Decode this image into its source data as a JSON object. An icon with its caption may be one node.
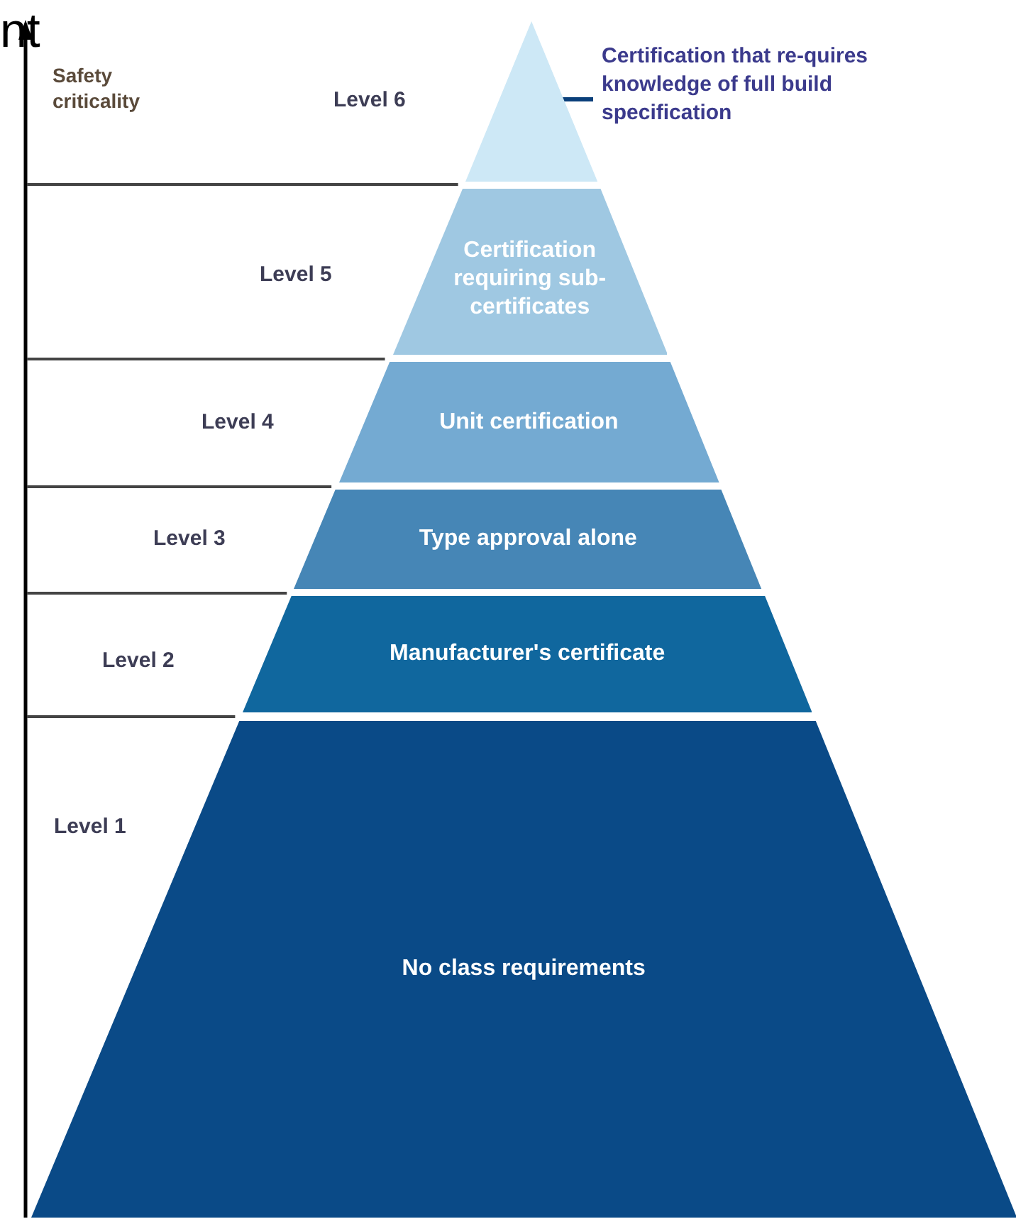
{
  "diagram": {
    "nodes": [
      {
        "text": [],
        "shape": "triangle",
        "beside": [
          "Level 6"
        ]
      },
      {
        "text": [
          "Certification that re-quires knowledge of full build specification"
        ]
      },
      {
        "text": [
          "Certification requiring sub-certificates"
        ],
        "beside": [
          "Level 5"
        ]
      },
      {
        "text": [
          "Unit certification"
        ],
        "beside": [
          "Level 4"
        ]
      },
      {
        "text": [
          "Type approval alone"
        ],
        "beside": [
          "Level 3"
        ]
      },
      {
        "text": [
          "Manufacturer's certificate"
        ],
        "beside": [
          "Level 2"
        ]
      },
      {
        "text": [
          "No class requirements"
        ],
        "beside": [
          "Level 1"
        ]
      }
    ],
    "edges": [
      {
        "from": 1,
        "to": 0,
        "arrow": "none"
      }
    ],
    "labels": [
      "nt",
      "Safety criticality"
    ]
  }
}
